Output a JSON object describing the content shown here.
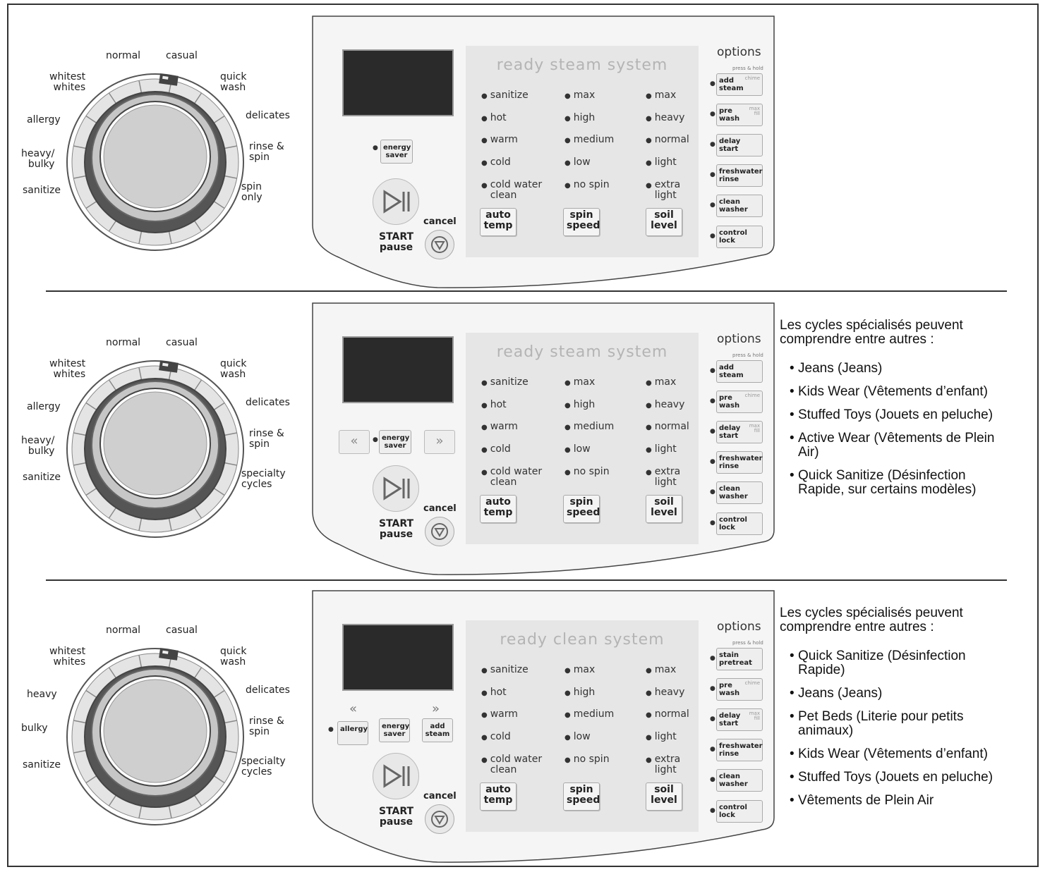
{
  "panels": [
    {
      "dial_labels": {
        "normal": "normal",
        "casual": "casual",
        "whitest": "whitest\nwhites",
        "quick": "quick\nwash",
        "left1": "allergy",
        "right1": "delicates",
        "left2": "heavy/\nbulky",
        "right2": "rinse &\nspin",
        "left3": "sanitize",
        "right3": "spin\nonly"
      },
      "system_title": "ready steam system",
      "temp_options": [
        "sanitize",
        "hot",
        "warm",
        "cold",
        "cold water\nclean"
      ],
      "spin_options": [
        "max",
        "high",
        "medium",
        "low",
        "no spin"
      ],
      "soil_options": [
        "max",
        "heavy",
        "normal",
        "light",
        "extra\nlight"
      ],
      "key_labels": {
        "temp": "auto\ntemp",
        "spin": "spin\nspeed",
        "soil": "soil\nlevel"
      },
      "left_buttons": {
        "energy": "energy\nsaver"
      },
      "options_title": "options",
      "press_hold": "press & hold",
      "options": [
        {
          "label": "add\nsteam",
          "sub": "chime"
        },
        {
          "label": "pre\nwash",
          "sub": "max\nfill"
        },
        {
          "label": "delay\nstart",
          "sub": ""
        },
        {
          "label": "freshwater\nrinse",
          "sub": ""
        },
        {
          "label": "clean\nwasher",
          "sub": ""
        },
        {
          "label": "control\nlock",
          "sub": ""
        }
      ],
      "start": "START\npause",
      "cancel": "cancel"
    },
    {
      "dial_labels": {
        "normal": "normal",
        "casual": "casual",
        "whitest": "whitest\nwhites",
        "quick": "quick\nwash",
        "left1": "allergy",
        "right1": "delicates",
        "left2": "heavy/\nbulky",
        "right2": "rinse &\nspin",
        "left3": "sanitize",
        "right3": "specialty\ncycles"
      },
      "system_title": "ready steam system",
      "temp_options": [
        "sanitize",
        "hot",
        "warm",
        "cold",
        "cold water\nclean"
      ],
      "spin_options": [
        "max",
        "high",
        "medium",
        "low",
        "no spin"
      ],
      "soil_options": [
        "max",
        "heavy",
        "normal",
        "light",
        "extra\nlight"
      ],
      "key_labels": {
        "temp": "auto\ntemp",
        "spin": "spin\nspeed",
        "soil": "soil\nlevel"
      },
      "left_buttons": {
        "energy": "energy\nsaver",
        "prev": "«",
        "next": "»"
      },
      "options_title": "options",
      "press_hold": "press & hold",
      "options": [
        {
          "label": "add\nsteam",
          "sub": ""
        },
        {
          "label": "pre\nwash",
          "sub": "chime"
        },
        {
          "label": "delay\nstart",
          "sub": "max\nfill"
        },
        {
          "label": "freshwater\nrinse",
          "sub": ""
        },
        {
          "label": "clean\nwasher",
          "sub": ""
        },
        {
          "label": "control\nlock",
          "sub": ""
        }
      ],
      "start": "START\npause",
      "cancel": "cancel",
      "note": {
        "title": "Les cycles spécialisés peuvent\ncomprendre entre autres :",
        "items": [
          "Jeans (Jeans)",
          "Kids Wear (Vêtements d’enfant)",
          "Stuffed Toys (Jouets en peluche)",
          "Active Wear (Vêtements de Plein\nAir)",
          "Quick Sanitize (Désinfection\nRapide, sur certains modèles)"
        ]
      }
    },
    {
      "dial_labels": {
        "normal": "normal",
        "casual": "casual",
        "whitest": "whitest\nwhites",
        "quick": "quick\nwash",
        "left1": "heavy",
        "right1": "delicates",
        "left2": "bulky",
        "right2": "rinse &\nspin",
        "left3": "sanitize",
        "right3": "specialty\ncycles"
      },
      "system_title": "ready clean system",
      "temp_options": [
        "sanitize",
        "hot",
        "warm",
        "cold",
        "cold water\nclean"
      ],
      "spin_options": [
        "max",
        "high",
        "medium",
        "low",
        "no spin"
      ],
      "soil_options": [
        "max",
        "heavy",
        "normal",
        "light",
        "extra\nlight"
      ],
      "key_labels": {
        "temp": "auto\ntemp",
        "spin": "spin\nspeed",
        "soil": "soil\nlevel"
      },
      "left_buttons": {
        "allergy": "allergy",
        "energy": "energy\nsaver",
        "addsteam": "add\nsteam",
        "prev": "«",
        "next": "»"
      },
      "options_title": "options",
      "press_hold": "press & hold",
      "options": [
        {
          "label": "stain\npretreat",
          "sub": ""
        },
        {
          "label": "pre\nwash",
          "sub": "chime"
        },
        {
          "label": "delay\nstart",
          "sub": "max\nfill"
        },
        {
          "label": "freshwater\nrinse",
          "sub": ""
        },
        {
          "label": "clean\nwasher",
          "sub": ""
        },
        {
          "label": "control\nlock",
          "sub": ""
        }
      ],
      "start": "START\npause",
      "cancel": "cancel",
      "note": {
        "title": "Les cycles spécialisés peuvent\ncomprendre entre autres :",
        "items": [
          "Quick Sanitize (Désinfection\nRapide)",
          "Jeans (Jeans)",
          "Pet Beds (Literie pour petits\nanimaux)",
          "Kids Wear (Vêtements d’enfant)",
          "Stuffed Toys (Jouets en peluche)",
          "Vêtements de Plein Air"
        ]
      }
    }
  ]
}
